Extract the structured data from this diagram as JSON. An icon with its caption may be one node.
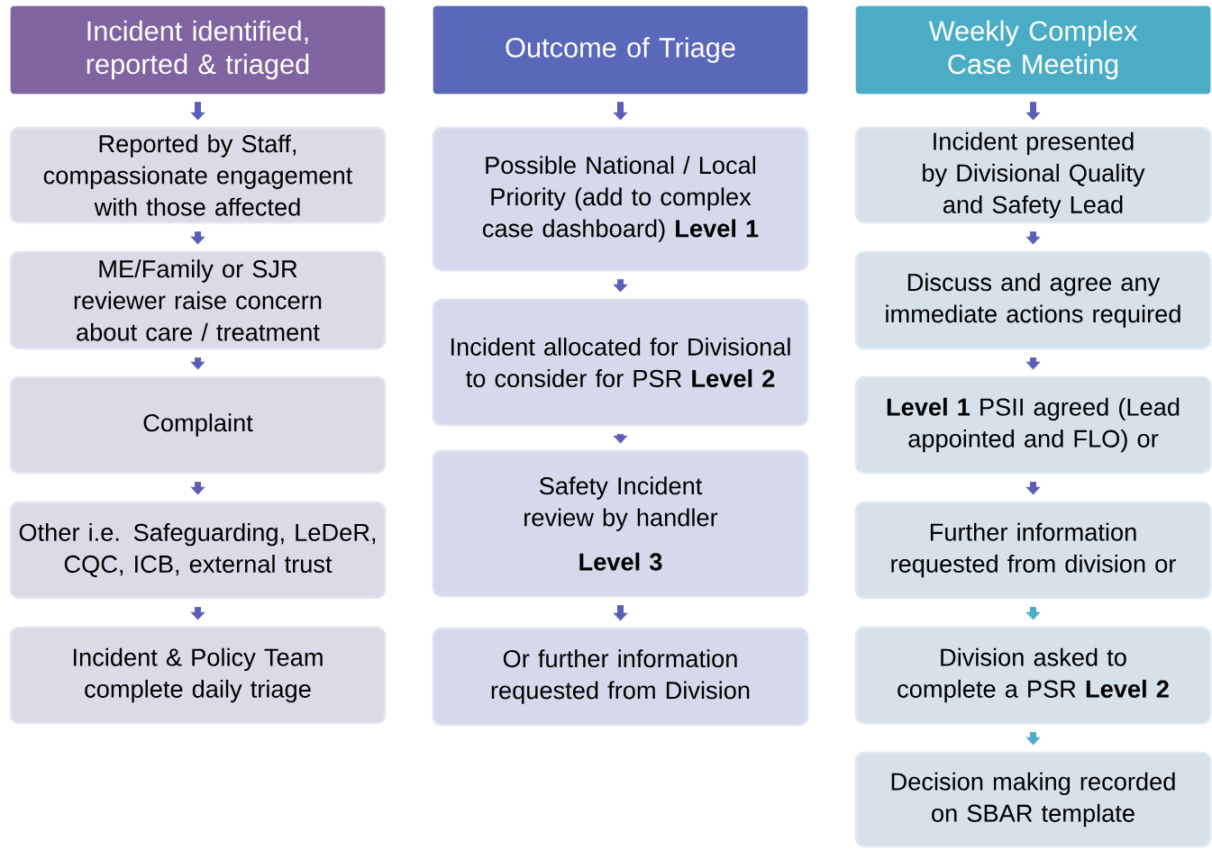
{
  "diagram": {
    "nodes": [
      {
        "text": [
          "Incident identified, reported & triaged"
        ]
      },
      {
        "text": [
          "Reported by Staff, compassionate engagement with those affected"
        ]
      },
      {
        "text": [
          "ME/Family or SJR reviewer raise concern about care / treatment"
        ]
      },
      {
        "text": [
          "Complaint"
        ]
      },
      {
        "text": [
          "Other i.e. Safeguarding, LeDeR, CQC, ICB, external trust"
        ]
      },
      {
        "text": [
          "Incident & Policy Team complete daily triage"
        ]
      },
      {
        "text": [
          "Outcome of Triage"
        ]
      },
      {
        "text": [
          "Possible National / Local Priority (add to complex case dashboard) **Level 1**"
        ]
      },
      {
        "text": [
          "Incident allocated for Divisional to consider for PSR **Level 2**"
        ]
      },
      {
        "text": [
          "Safety Incident review by handler",
          "Level 3"
        ]
      },
      {
        "text": [
          "Or further information requested from Division"
        ]
      },
      {
        "text": [
          "Weekly Complex Case Meeting"
        ]
      },
      {
        "text": [
          "Incident presented by Divisional Quality and Safety Lead"
        ]
      },
      {
        "text": [
          "Discuss and agree any immediate actions required"
        ]
      },
      {
        "text": [
          "**Level 1** PSII agreed (Lead appointed and FLO) or"
        ]
      },
      {
        "text": [
          "Further information requested from division or"
        ]
      },
      {
        "text": [
          "Division asked to complete a PSR **Level 2**"
        ]
      },
      {
        "text": [
          "Decision making recorded on SBAR template"
        ]
      }
    ],
    "edges": [
      {
        "from": 0,
        "to": 1,
        "arrow": "to"
      },
      {
        "from": 1,
        "to": 2,
        "arrow": "to"
      },
      {
        "from": 2,
        "to": 3,
        "arrow": "to"
      },
      {
        "from": 3,
        "to": 4,
        "arrow": "to"
      },
      {
        "from": 4,
        "to": 5,
        "arrow": "to"
      },
      {
        "from": 6,
        "to": 7,
        "arrow": "to"
      },
      {
        "from": 7,
        "to": 8,
        "arrow": "to"
      },
      {
        "from": 8,
        "to": 9,
        "arrow": "to"
      },
      {
        "from": 9,
        "to": 10,
        "arrow": "to"
      },
      {
        "from": 11,
        "to": 12,
        "arrow": "to"
      },
      {
        "from": 12,
        "to": 13,
        "arrow": "to"
      },
      {
        "from": 13,
        "to": 14,
        "arrow": "to"
      },
      {
        "from": 14,
        "to": 15,
        "arrow": "to"
      },
      {
        "from": 15,
        "to": 16,
        "arrow": "to",
        "color": "#4bacc6"
      },
      {
        "from": 16,
        "to": 17,
        "arrow": "to",
        "color": "#4bacc6"
      }
    ]
  }
}
